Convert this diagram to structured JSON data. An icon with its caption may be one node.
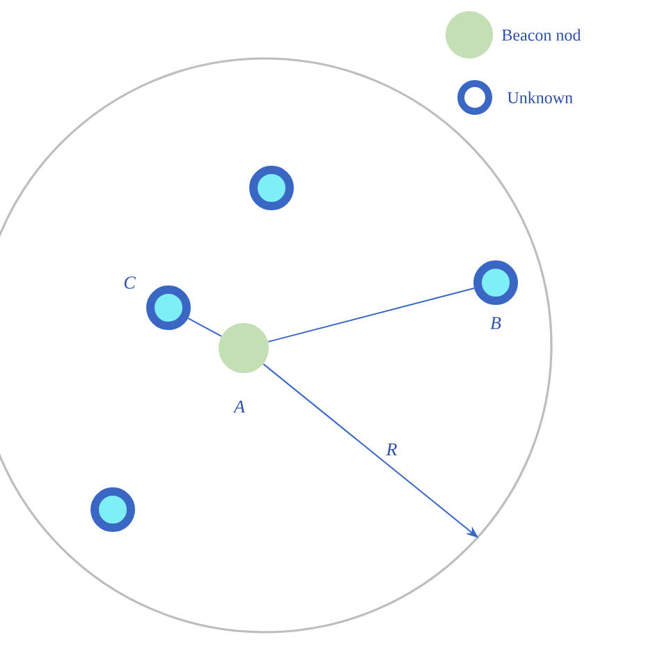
{
  "diagram": {
    "nodes": [
      {
        "text": [],
        "shape": "circle"
      },
      {
        "text": [],
        "shape": "circle",
        "in": 0,
        "beside": [
          "A"
        ]
      },
      {
        "text": [],
        "shape": "circle",
        "in": 0,
        "beside": [
          "B"
        ]
      },
      {
        "text": [],
        "shape": "circle",
        "in": 0,
        "beside": [
          "C"
        ]
      },
      {
        "text": [],
        "shape": "circle",
        "in": 0
      },
      {
        "text": [],
        "shape": "circle",
        "in": 0
      }
    ],
    "edges": [
      {
        "from": 3,
        "to": 1,
        "arrow": "none"
      },
      {
        "from": 1,
        "to": 2,
        "arrow": "none"
      },
      {
        "from": 1,
        "to": 0,
        "arrow": "to",
        "label": "R"
      }
    ],
    "legend": [
      {
        "text": "Beacon nod",
        "color": "#c5dfb4"
      },
      {
        "text": "Unknown"
      }
    ]
  }
}
